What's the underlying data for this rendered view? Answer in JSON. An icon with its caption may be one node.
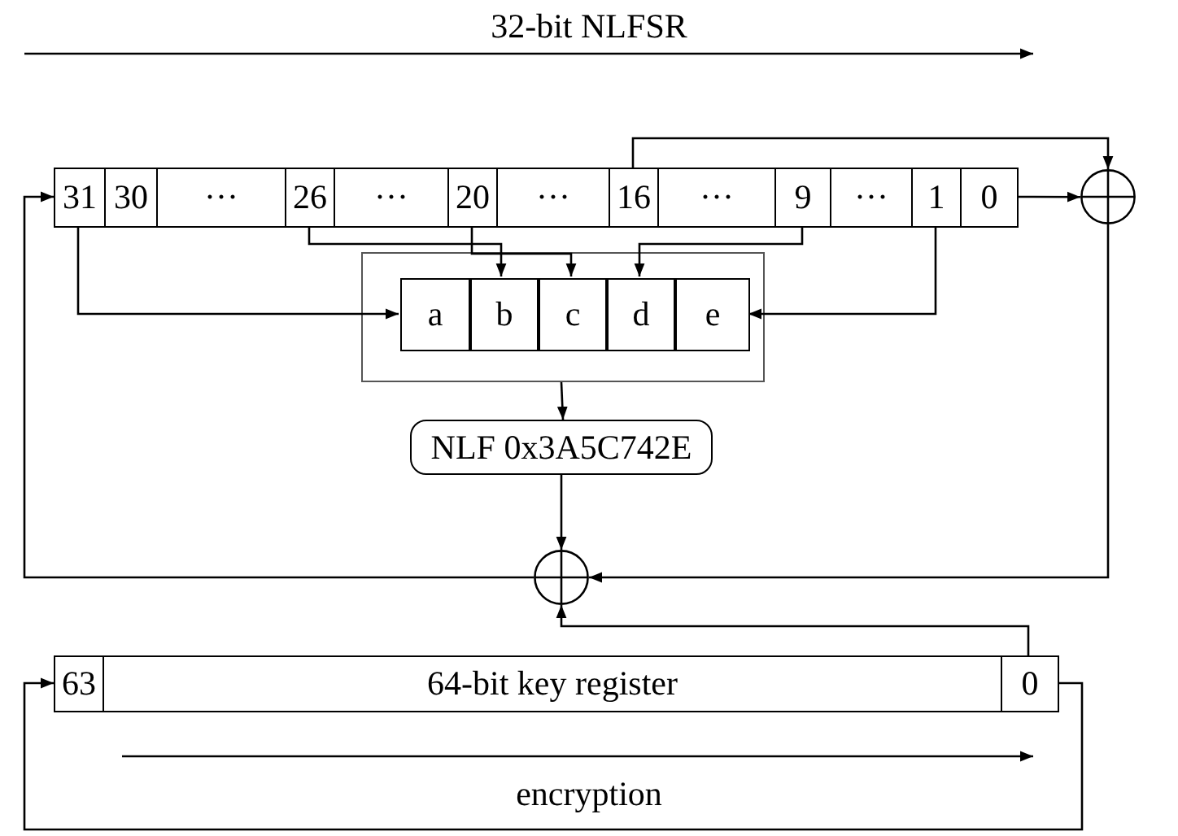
{
  "diagram": {
    "title": "32-bit NLFSR",
    "nodes": [
      {
        "text": [
          "31"
        ]
      },
      {
        "text": [
          "30"
        ]
      },
      {
        "text": [
          "···"
        ]
      },
      {
        "text": [
          "26"
        ]
      },
      {
        "text": [
          "···"
        ]
      },
      {
        "text": [
          "20"
        ]
      },
      {
        "text": [
          "···"
        ]
      },
      {
        "text": [
          "16"
        ]
      },
      {
        "text": [
          "···"
        ]
      },
      {
        "text": [
          "9"
        ]
      },
      {
        "text": [
          "···"
        ]
      },
      {
        "text": [
          "1"
        ]
      },
      {
        "text": [
          "0"
        ]
      },
      {
        "text": [],
        "shape": "circle"
      },
      {
        "text": [],
        "shape": "box"
      },
      {
        "text": [
          "a"
        ],
        "in": 14
      },
      {
        "text": [
          "b"
        ],
        "in": 14
      },
      {
        "text": [
          "c"
        ],
        "in": 14
      },
      {
        "text": [
          "d"
        ],
        "in": 14
      },
      {
        "text": [
          "e"
        ],
        "in": 14
      },
      {
        "text": [
          "NLF 0x3A5C742E"
        ]
      },
      {
        "text": [],
        "shape": "circle"
      },
      {
        "text": [
          "63"
        ]
      },
      {
        "text": [
          "64-bit key register"
        ]
      },
      {
        "text": [
          "0"
        ]
      }
    ],
    "edges": [
      {
        "from": 7,
        "to": 13,
        "arrow": "to"
      },
      {
        "from": 12,
        "to": 13,
        "arrow": "to"
      },
      {
        "from": 13,
        "to": 21,
        "arrow": "to"
      },
      {
        "from": 21,
        "to": 0,
        "arrow": "to"
      },
      {
        "from": 3,
        "to": 16,
        "arrow": "to"
      },
      {
        "from": 5,
        "to": 17,
        "arrow": "to"
      },
      {
        "from": 9,
        "to": 18,
        "arrow": "to"
      },
      {
        "from": 0,
        "to": 15,
        "arrow": "to"
      },
      {
        "from": 11,
        "to": 19,
        "arrow": "to"
      },
      {
        "from": 14,
        "to": 20,
        "arrow": "to"
      },
      {
        "from": 20,
        "to": 21,
        "arrow": "to"
      },
      {
        "from": 24,
        "to": 21,
        "arrow": "to"
      },
      {
        "from": 24,
        "to": 22,
        "arrow": "to"
      }
    ],
    "labels": [
      "encryption"
    ]
  }
}
